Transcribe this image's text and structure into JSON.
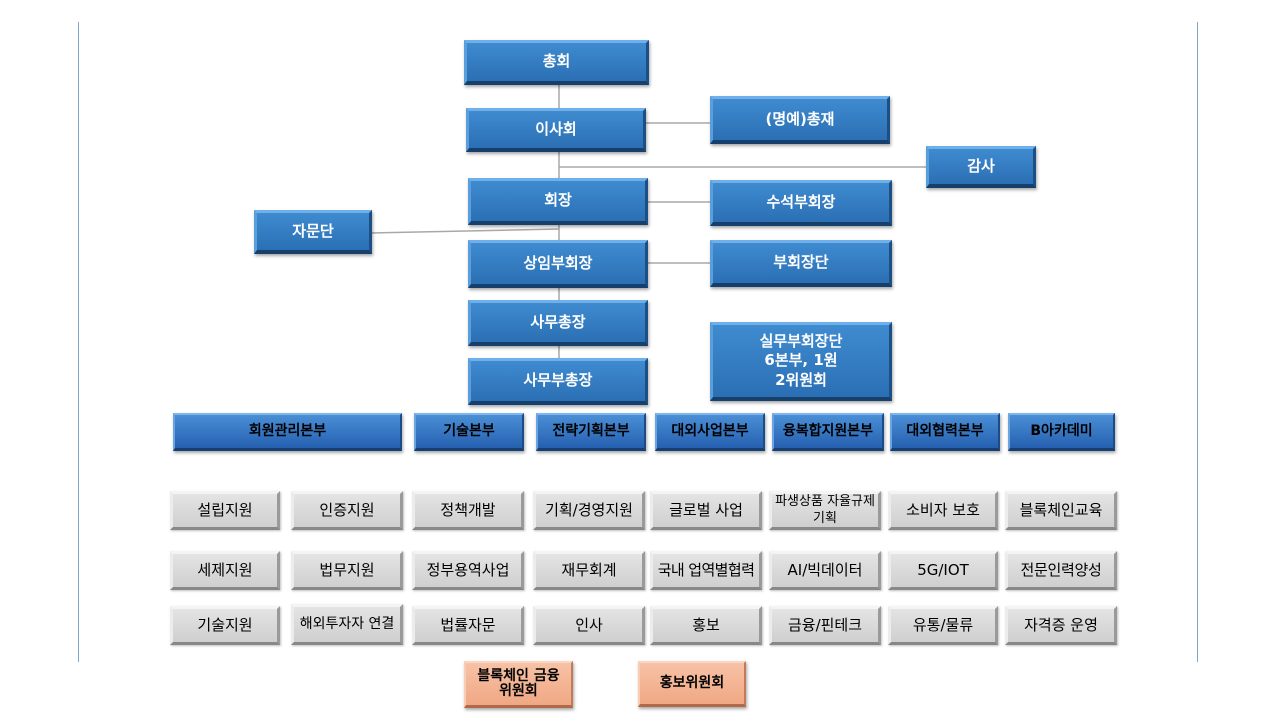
{
  "chart_data": {
    "type": "diagram",
    "leadership": {
      "general_assembly": "총회",
      "board": "이사회",
      "honorary_president": "(명예)총재",
      "auditor": "감사",
      "chairman": "회장",
      "senior_vice_chairman": "수석부회장",
      "advisory_group": "자문단",
      "standing_vice_chairman": "상임부회장",
      "vice_chairmen": "부회장단",
      "secretary_general": "사무총장",
      "deputy_secretary_general": "사무부총장",
      "working_vice_chairmen": [
        "실무부회장단",
        "6본부, 1원",
        "2위원회"
      ]
    },
    "departments": [
      {
        "name": "회원관리본부",
        "teams": [
          "설립지원",
          "인증지원",
          "세제지원",
          "법무지원",
          "기술지원",
          "해외투자자 연결"
        ]
      },
      {
        "name": "기술본부",
        "teams": [
          "정책개발",
          "정부용역사업",
          "법률자문"
        ]
      },
      {
        "name": "전략기획본부",
        "teams": [
          "기획/경영지원",
          "재무회계",
          "인사"
        ]
      },
      {
        "name": "대외사업본부",
        "teams": [
          "글로벌 사업",
          "국내 업역별협력",
          "홍보"
        ]
      },
      {
        "name": "융복합지원본부",
        "teams": [
          "파생상품 자율규제기획",
          "AI/빅데이터",
          "금융/핀테크"
        ]
      },
      {
        "name": "대외협력본부",
        "teams": [
          "소비자 보호",
          "5G/IOT",
          "유통/물류"
        ]
      },
      {
        "name": "B아카데미",
        "teams": [
          "블록체인교육",
          "전문인력양성",
          "자격증 운영"
        ]
      }
    ],
    "committees": [
      "블록체인 금융위원회",
      "홍보위원회"
    ]
  }
}
